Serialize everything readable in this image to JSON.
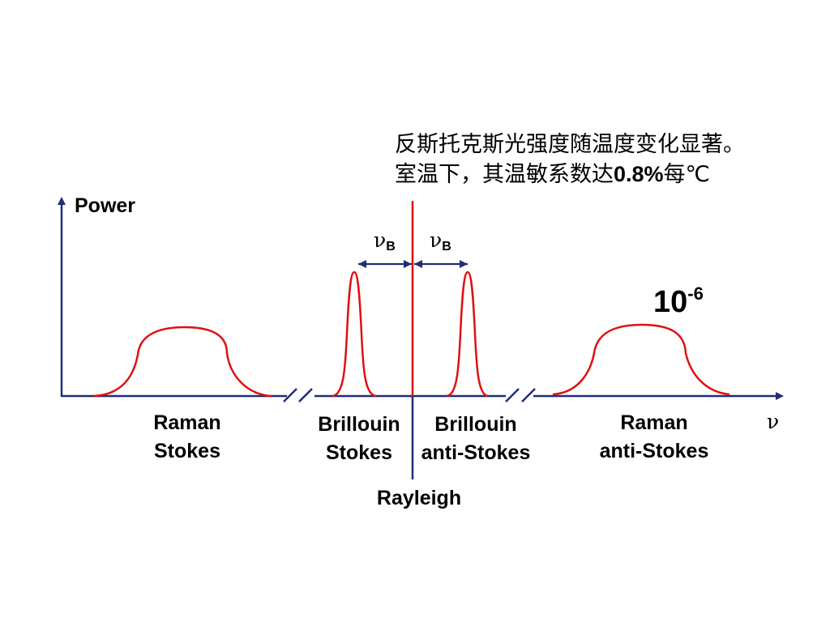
{
  "annotation": {
    "line1": "反斯托克斯光强度随温度变化显著。",
    "line2_prefix": "室温下，其温敏系数达",
    "line2_value": "0.8%",
    "line2_suffix": "每℃"
  },
  "axes": {
    "y_label": "Power",
    "x_symbol": "ν"
  },
  "brillouin_shift": {
    "symbol": "ν",
    "subscript": "B"
  },
  "intensity_ratio": {
    "base": "10",
    "exponent": "-6"
  },
  "peaks": {
    "raman_stokes": [
      "Raman",
      "Stokes"
    ],
    "brillouin_stokes": [
      "Brillouin",
      "Stokes"
    ],
    "brillouin_anti_stokes": [
      "Brillouin",
      "anti-Stokes"
    ],
    "raman_anti_stokes": [
      "Raman",
      "anti-Stokes"
    ],
    "rayleigh": "Rayleigh"
  },
  "colors": {
    "axis": "#1f2d7a",
    "curve": "#e01010",
    "text": "#000000"
  }
}
